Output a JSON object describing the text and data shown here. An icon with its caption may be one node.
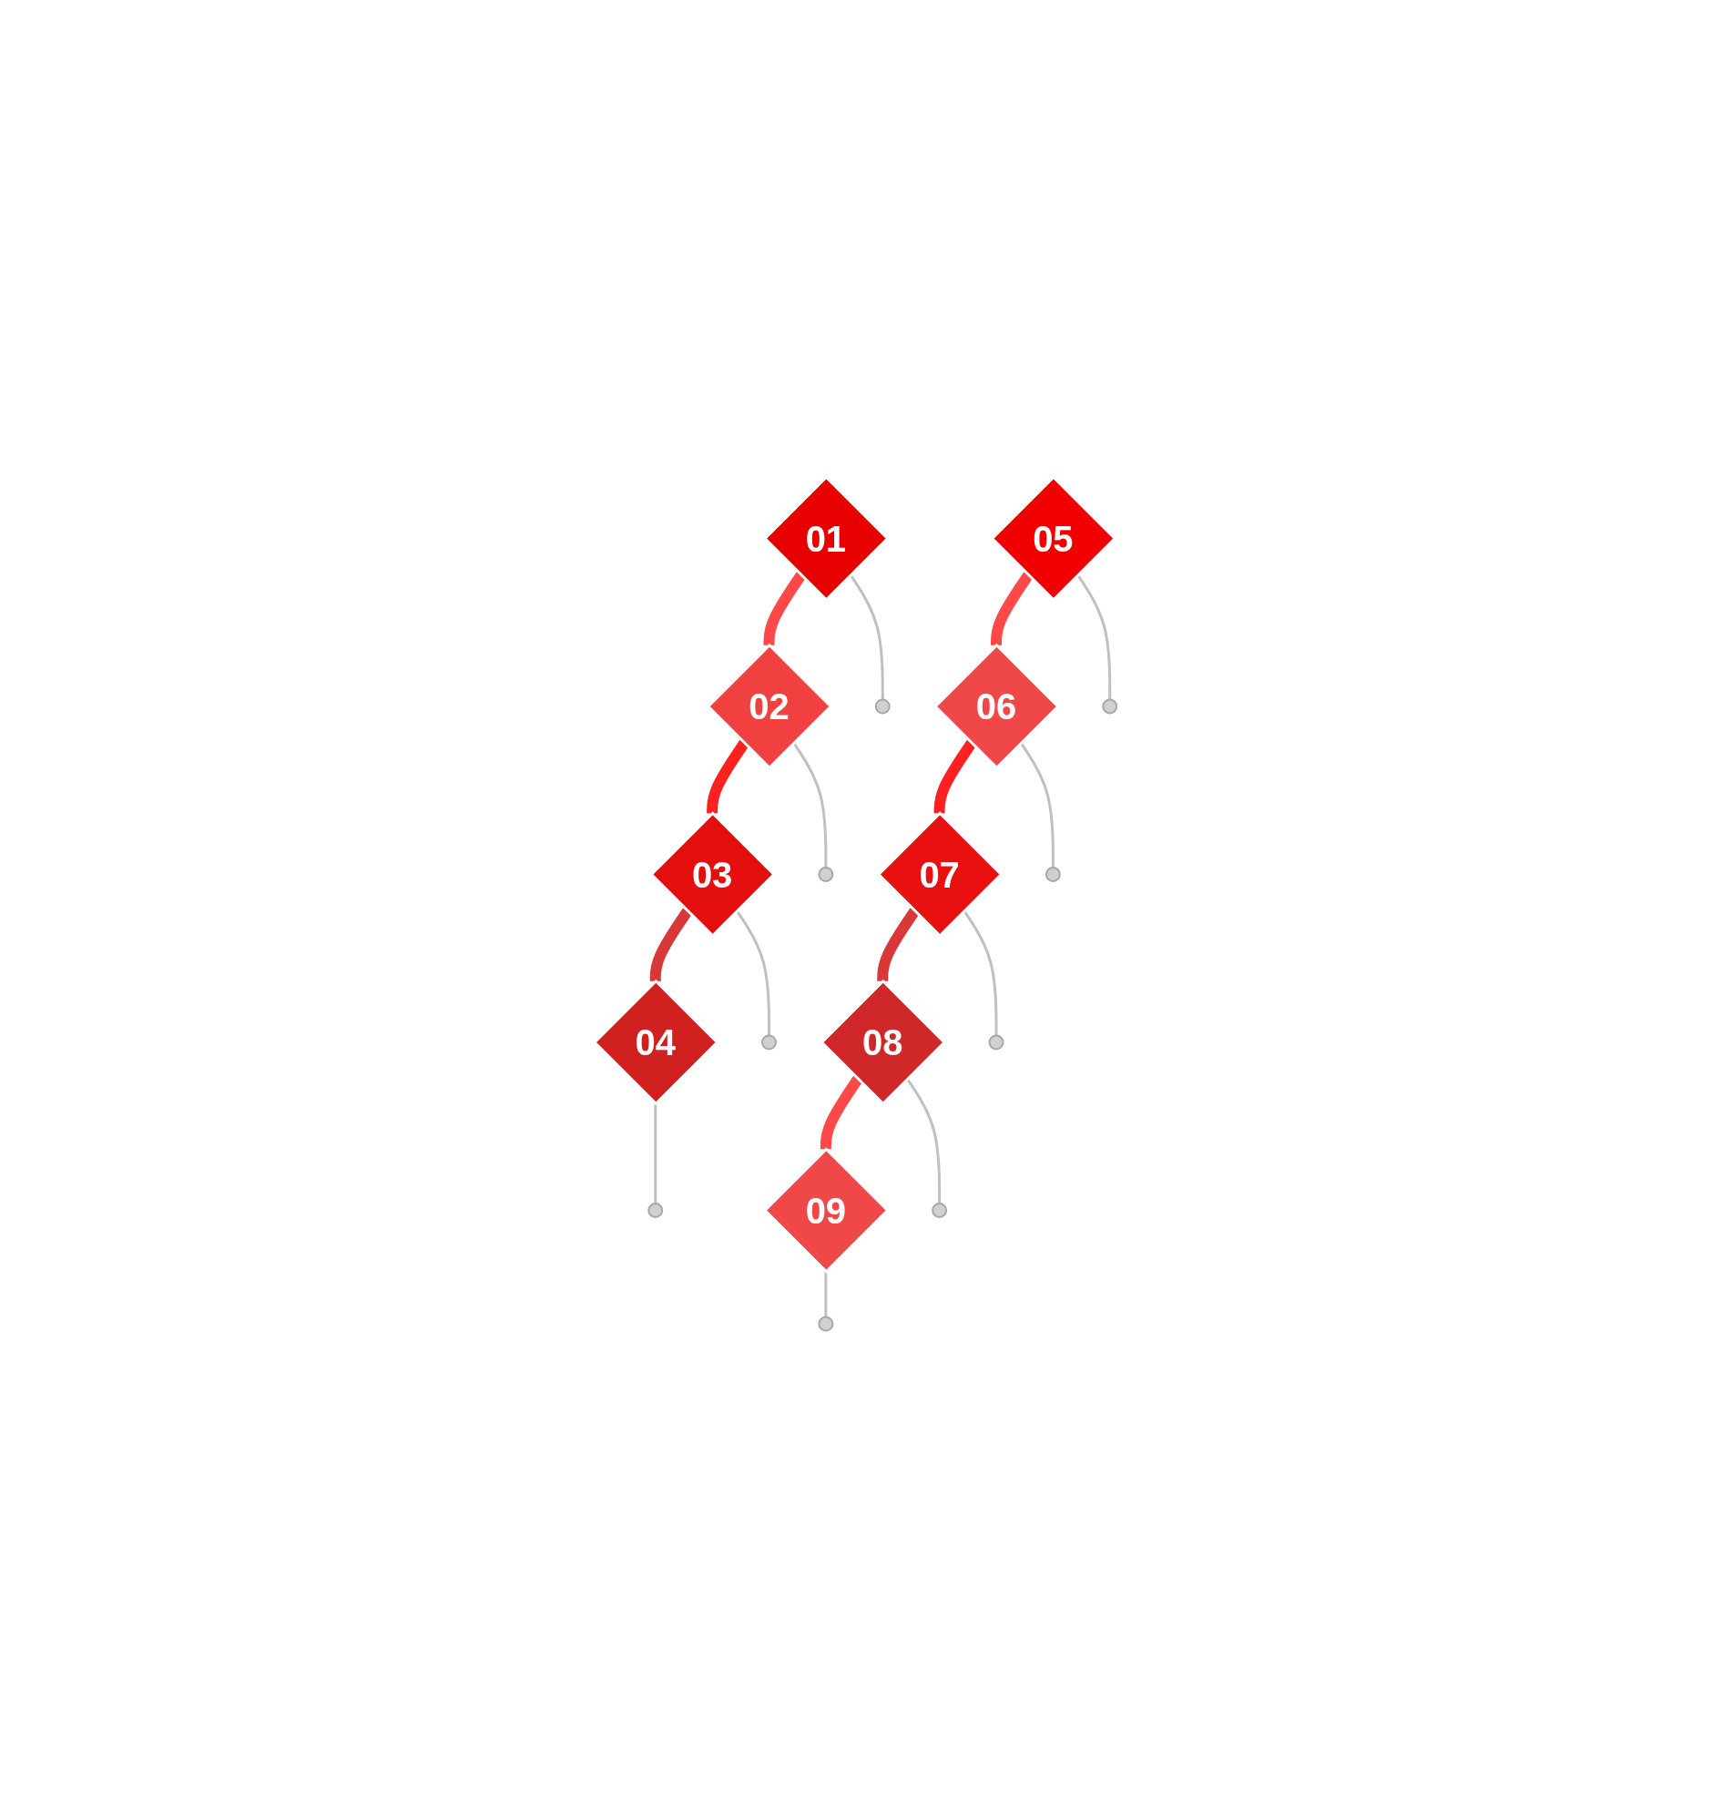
{
  "diagram": {
    "nodes": [
      {
        "text": [
          "01"
        ]
      },
      {
        "text": [
          "02"
        ]
      },
      {
        "text": [
          "03"
        ]
      },
      {
        "text": [
          "04"
        ]
      },
      {
        "text": [
          "05"
        ]
      },
      {
        "text": [
          "06"
        ]
      },
      {
        "text": [
          "07"
        ]
      },
      {
        "text": [
          "08"
        ]
      },
      {
        "text": [
          "09"
        ]
      },
      {
        "text": [],
        "shape": "circle"
      },
      {
        "text": [],
        "shape": "circle"
      },
      {
        "text": [],
        "shape": "circle"
      },
      {
        "text": [],
        "shape": "circle"
      },
      {
        "text": [],
        "shape": "circle"
      },
      {
        "text": [],
        "shape": "circle"
      },
      {
        "text": [],
        "shape": "circle"
      },
      {
        "text": [],
        "shape": "circle"
      },
      {
        "text": [],
        "shape": "circle"
      }
    ],
    "edges": [
      {
        "from": 0,
        "to": 1,
        "arrow": "none",
        "style": "thick",
        "color": "#ff4848"
      },
      {
        "from": 1,
        "to": 2,
        "arrow": "none",
        "style": "thick",
        "color": "#ff2020"
      },
      {
        "from": 2,
        "to": 3,
        "arrow": "none",
        "style": "thick",
        "color": "#d83838"
      },
      {
        "from": 4,
        "to": 5,
        "arrow": "none",
        "style": "thick",
        "color": "#ff4848"
      },
      {
        "from": 5,
        "to": 6,
        "arrow": "none",
        "style": "thick",
        "color": "#ff2020"
      },
      {
        "from": 6,
        "to": 7,
        "arrow": "none",
        "style": "thick",
        "color": "#d83838"
      },
      {
        "from": 7,
        "to": 8,
        "arrow": "none",
        "style": "thick",
        "color": "#ff4848"
      },
      {
        "from": 0,
        "to": 9,
        "arrow": "none"
      },
      {
        "from": 1,
        "to": 10,
        "arrow": "none"
      },
      {
        "from": 2,
        "to": 11,
        "arrow": "none"
      },
      {
        "from": 3,
        "to": 12,
        "arrow": "none"
      },
      {
        "from": 4,
        "to": 13,
        "arrow": "none"
      },
      {
        "from": 5,
        "to": 14,
        "arrow": "none"
      },
      {
        "from": 6,
        "to": 15,
        "arrow": "none"
      },
      {
        "from": 7,
        "to": 16,
        "arrow": "none"
      },
      {
        "from": 8,
        "to": 17,
        "arrow": "none"
      }
    ]
  }
}
